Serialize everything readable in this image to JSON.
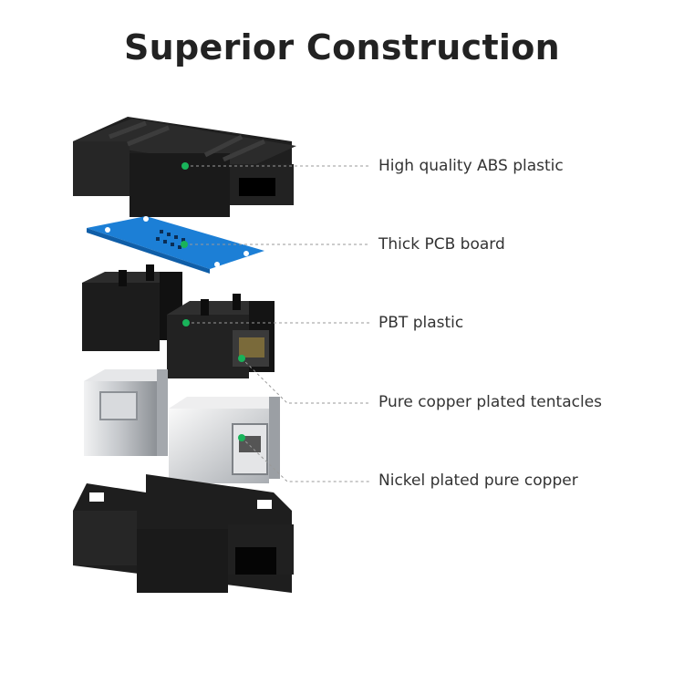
{
  "title": "Superior Construction",
  "colors": {
    "background": "#ffffff",
    "title_text": "#222222",
    "label_text": "#333333",
    "callout_dot": "#19b35a",
    "callout_line": "#9a9a9a",
    "black_plastic": "#1f1f1f",
    "pcb_blue": "#1c7fd6",
    "metal_shell": "#c9ccd0"
  },
  "callouts": [
    {
      "id": "abs-shell",
      "label": "High quality ABS plastic"
    },
    {
      "id": "pcb",
      "label": "Thick PCB board"
    },
    {
      "id": "pbt",
      "label": "PBT plastic"
    },
    {
      "id": "tentacles",
      "label": "Pure copper plated tentacles"
    },
    {
      "id": "nickel",
      "label": "Nickel plated pure copper"
    }
  ]
}
